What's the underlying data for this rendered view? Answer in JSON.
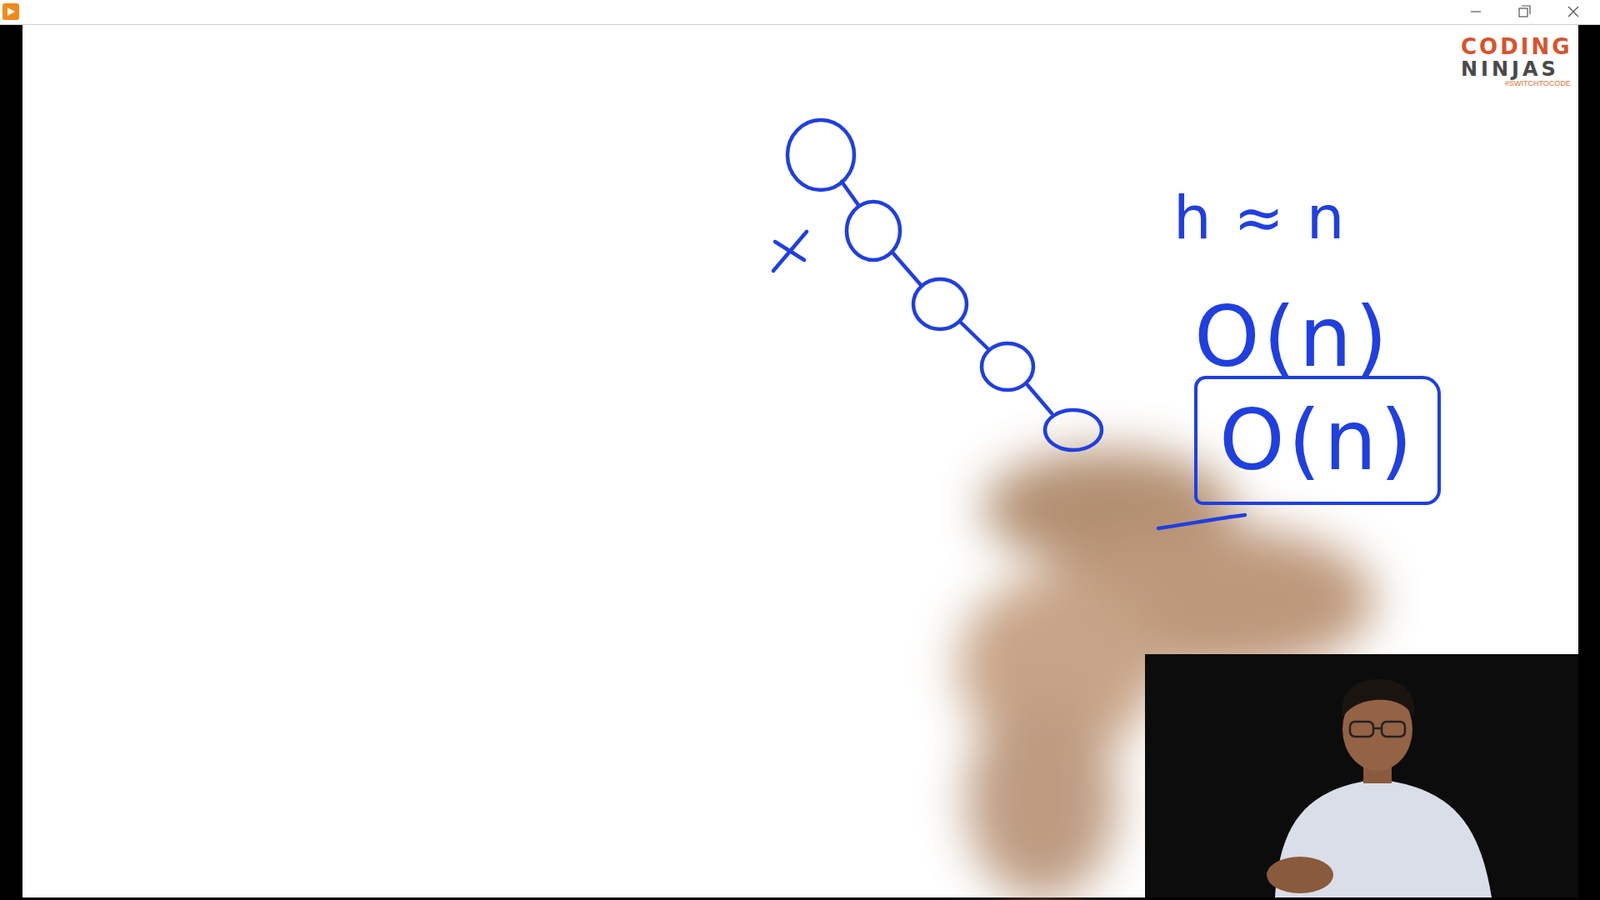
{
  "diagram": {
    "nodes": [
      {
        "text": [
          "O(n)"
        ]
      }
    ],
    "labels": [
      "CODING",
      "NINJAS",
      "#SWITCHTOCODE",
      "h ≈ n",
      "O(n)"
    ]
  }
}
